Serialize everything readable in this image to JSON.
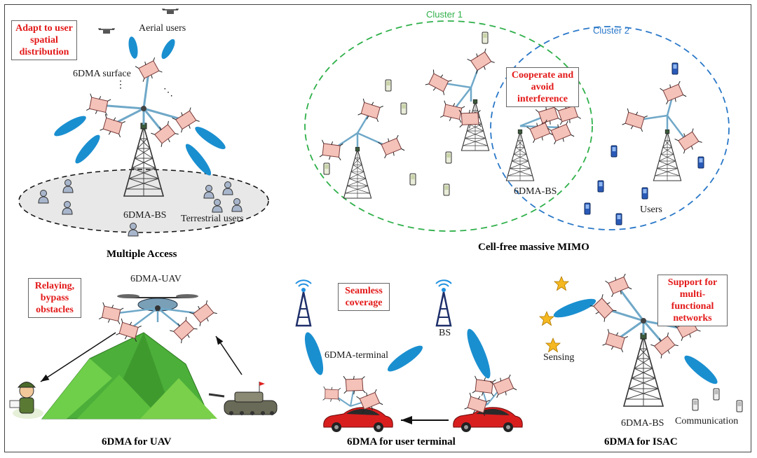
{
  "panels": {
    "multiple_access": {
      "caption": "Multiple Access",
      "note": "Adapt to user spatial distribution",
      "aerial_users": "Aerial users",
      "surface": "6DMA surface",
      "bs": "6DMA-BS",
      "terrestrial_users": "Terrestrial users"
    },
    "cell_free": {
      "caption": "Cell-free massive MIMO",
      "cluster1": "Cluster 1",
      "cluster2": "Cluster 2",
      "note": "Cooperate and avoid interference",
      "bs": "6DMA-BS",
      "users": "Users",
      "cluster1_color": "#2fb04a",
      "cluster2_color": "#2a78c8"
    },
    "uav": {
      "caption": "6DMA for UAV",
      "note": "Relaying, bypass obstacles",
      "uav_label": "6DMA-UAV"
    },
    "terminal": {
      "caption": "6DMA for user terminal",
      "note": "Seamless coverage",
      "terminal_label": "6DMA-terminal",
      "bs": "BS"
    },
    "isac": {
      "caption": "6DMA for ISAC",
      "note": "Support for multi-functional networks",
      "sensing": "Sensing",
      "bs": "6DMA-BS",
      "communication": "Communication"
    }
  },
  "colors": {
    "note_text": "#e31818",
    "beam": "#1a8fd0",
    "antenna_panel": "#f4c2b8",
    "arm": "#6fa8c8",
    "mountain": "#4caf3a",
    "car": "#d91e1e",
    "star": "#f5b820"
  }
}
